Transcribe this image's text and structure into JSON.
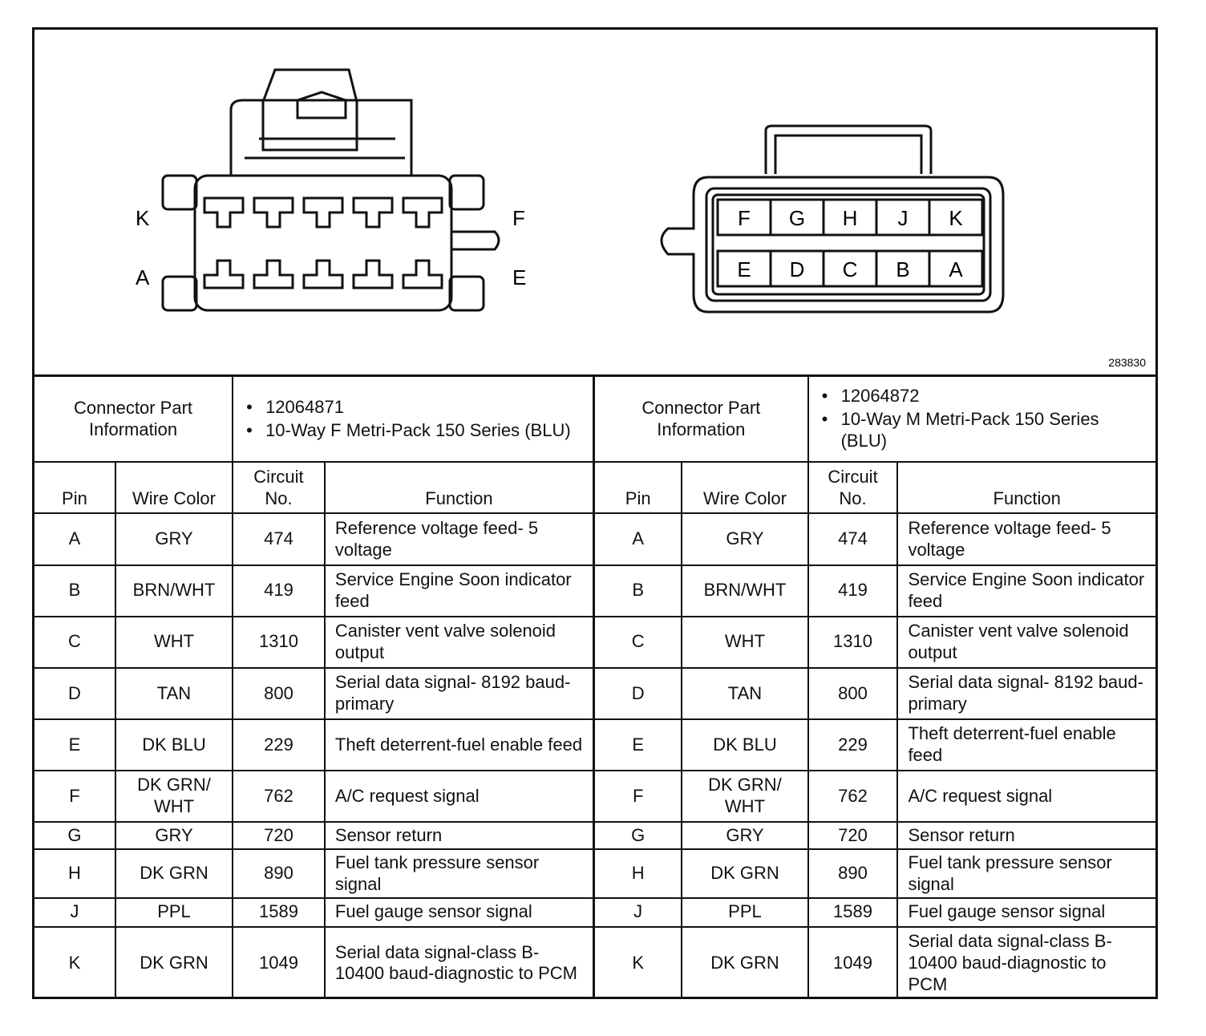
{
  "figure_id": "283830",
  "connector_f": {
    "top_labels": [
      "K",
      "A"
    ],
    "side_labels": [
      "F",
      "E"
    ]
  },
  "connector_m": {
    "top_row": [
      "F",
      "G",
      "H",
      "J",
      "K"
    ],
    "bottom_row": [
      "E",
      "D",
      "C",
      "B",
      "A"
    ]
  },
  "left_table": {
    "info_label": "Connector Part Information",
    "part_number": "12064871",
    "description": "10-Way F Metri-Pack 150 Series (BLU)",
    "headers": {
      "pin": "Pin",
      "wire_color": "Wire Color",
      "circuit": "Circuit No.",
      "function": "Function"
    },
    "rows": [
      {
        "pin": "A",
        "wire": "GRY",
        "circuit": "474",
        "function": "Reference voltage feed- 5 voltage"
      },
      {
        "pin": "B",
        "wire": "BRN/WHT",
        "circuit": "419",
        "function": "Service Engine Soon indicator feed"
      },
      {
        "pin": "C",
        "wire": "WHT",
        "circuit": "1310",
        "function": "Canister vent valve solenoid output"
      },
      {
        "pin": "D",
        "wire": "TAN",
        "circuit": "800",
        "function": "Serial data signal- 8192 baud-primary"
      },
      {
        "pin": "E",
        "wire": "DK BLU",
        "circuit": "229",
        "function": "Theft deterrent-fuel enable feed"
      },
      {
        "pin": "F",
        "wire": "DK GRN/ WHT",
        "circuit": "762",
        "function": "A/C request signal"
      },
      {
        "pin": "G",
        "wire": "GRY",
        "circuit": "720",
        "function": "Sensor return"
      },
      {
        "pin": "H",
        "wire": "DK GRN",
        "circuit": "890",
        "function": "Fuel tank pressure sensor signal"
      },
      {
        "pin": "J",
        "wire": "PPL",
        "circuit": "1589",
        "function": "Fuel gauge sensor signal"
      },
      {
        "pin": "K",
        "wire": "DK GRN",
        "circuit": "1049",
        "function": "Serial data signal-class B- 10400 baud-diagnostic to PCM"
      }
    ]
  },
  "right_table": {
    "info_label": "Connector Part Information",
    "part_number": "12064872",
    "description": "10-Way M Metri-Pack 150 Series (BLU)",
    "headers": {
      "pin": "Pin",
      "wire_color": "Wire Color",
      "circuit": "Circuit No.",
      "function": "Function"
    },
    "rows": [
      {
        "pin": "A",
        "wire": "GRY",
        "circuit": "474",
        "function": "Reference voltage feed- 5 voltage"
      },
      {
        "pin": "B",
        "wire": "BRN/WHT",
        "circuit": "419",
        "function": "Service Engine Soon indicator feed"
      },
      {
        "pin": "C",
        "wire": "WHT",
        "circuit": "1310",
        "function": "Canister vent valve solenoid output"
      },
      {
        "pin": "D",
        "wire": "TAN",
        "circuit": "800",
        "function": "Serial data signal- 8192 baud-primary"
      },
      {
        "pin": "E",
        "wire": "DK BLU",
        "circuit": "229",
        "function": "Theft deterrent-fuel enable feed"
      },
      {
        "pin": "F",
        "wire": "DK GRN/ WHT",
        "circuit": "762",
        "function": "A/C request signal"
      },
      {
        "pin": "G",
        "wire": "GRY",
        "circuit": "720",
        "function": "Sensor return"
      },
      {
        "pin": "H",
        "wire": "DK GRN",
        "circuit": "890",
        "function": "Fuel tank pressure sensor signal"
      },
      {
        "pin": "J",
        "wire": "PPL",
        "circuit": "1589",
        "function": "Fuel gauge sensor signal"
      },
      {
        "pin": "K",
        "wire": "DK GRN",
        "circuit": "1049",
        "function": "Serial data signal-class B- 10400 baud-diagnostic to PCM"
      }
    ]
  }
}
